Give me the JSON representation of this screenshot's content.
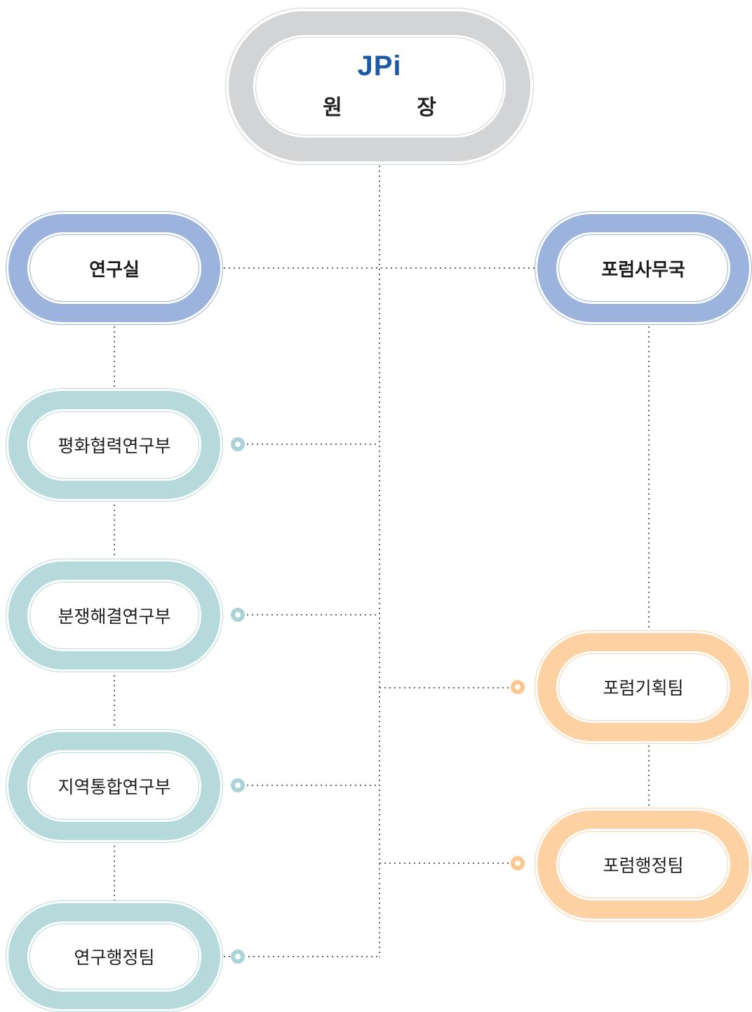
{
  "director": {
    "logo_main": "JPi",
    "title": "원 장"
  },
  "divisions": {
    "research": "연구실",
    "forum": "포럼사무국"
  },
  "research_units": [
    "평화협력연구부",
    "분쟁해결연구부",
    "지역통합연구부",
    "연구행정팀"
  ],
  "forum_units": [
    "포럼기획팀",
    "포럼행정팀"
  ],
  "colors": {
    "director": "#d3d4d6",
    "division": "#9bb3dd",
    "research_unit": "#b6dadc",
    "forum_unit": "#fdd1a1",
    "connector": "#666666"
  }
}
